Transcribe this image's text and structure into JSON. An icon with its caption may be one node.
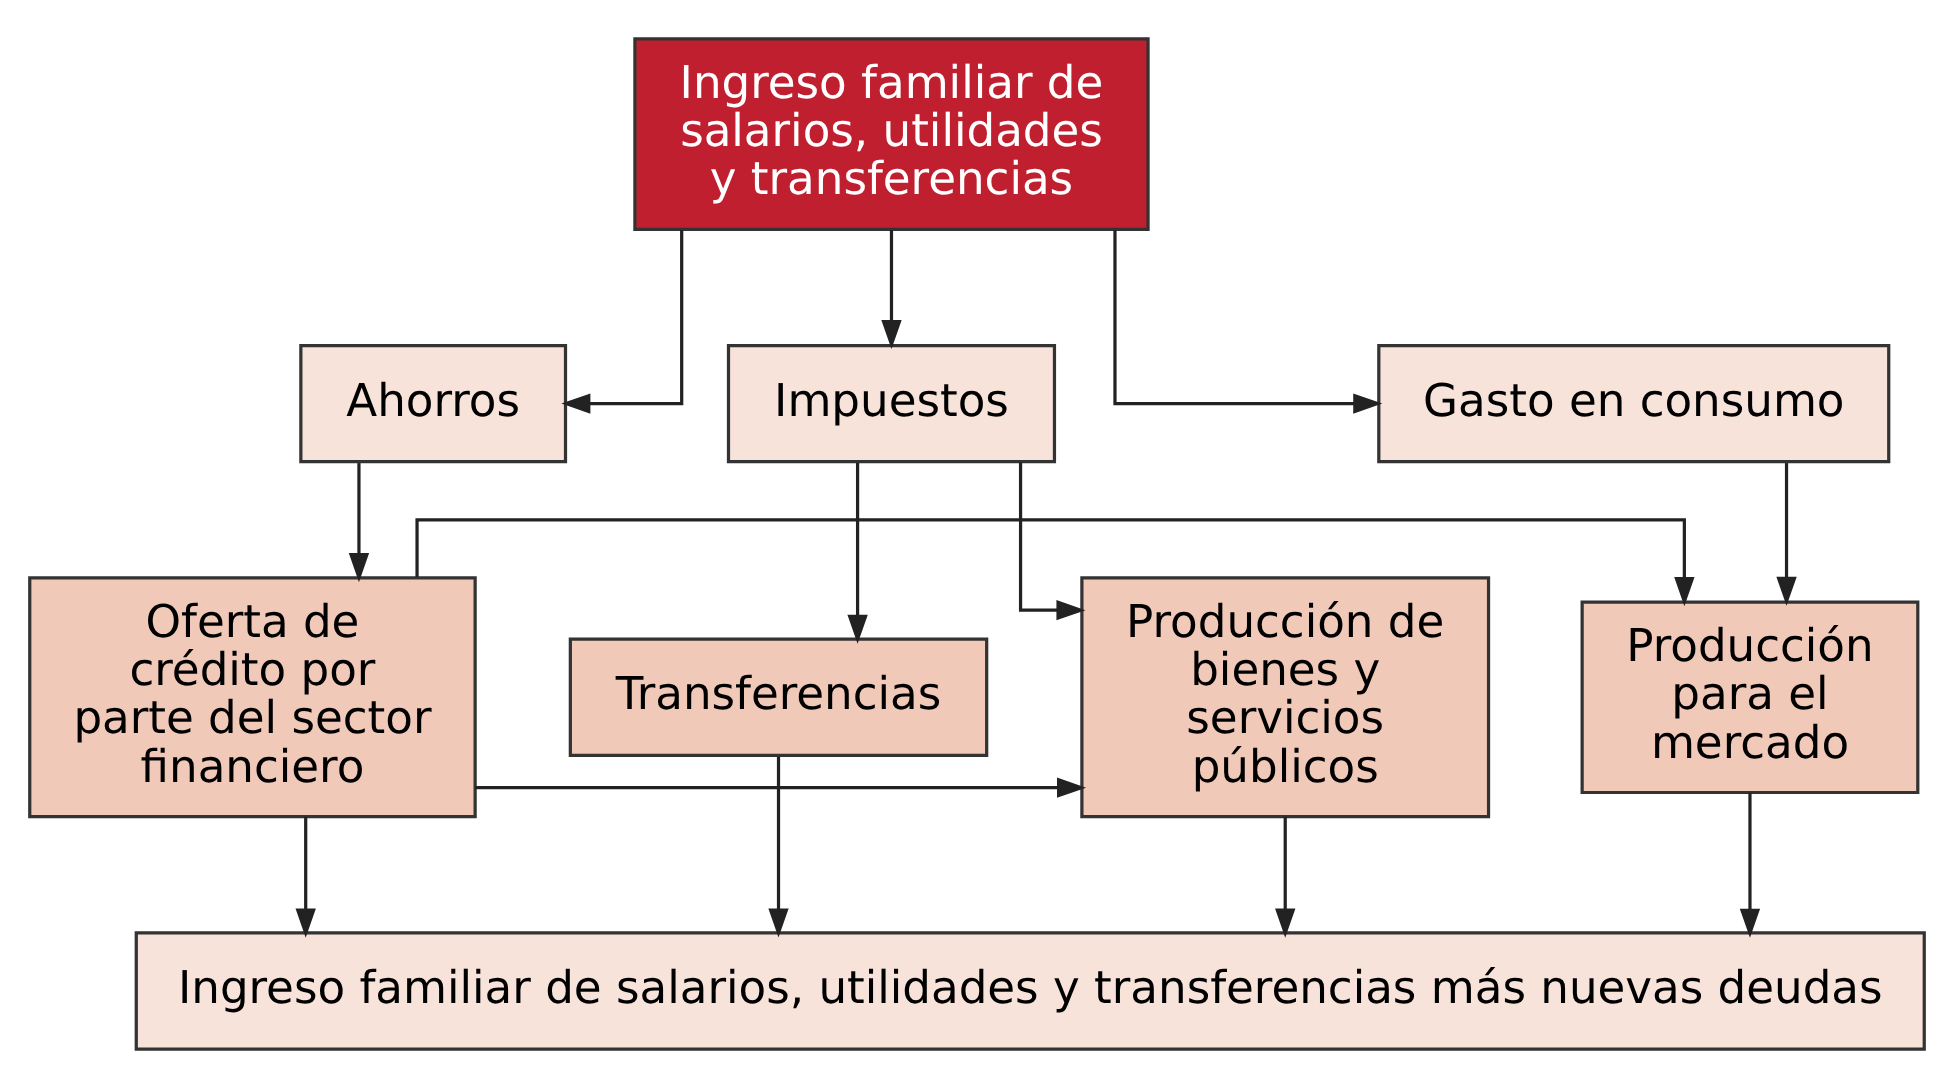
{
  "diagram": {
    "nodes": [
      {
        "text": [
          "Ingreso familiar de salarios, utilidades y transferencias"
        ]
      },
      {
        "text": [
          "Impuestos"
        ]
      },
      {
        "text": [
          "Ahorros"
        ]
      },
      {
        "text": [
          "Gasto en consumo"
        ]
      },
      {
        "text": [
          "Transferencias"
        ]
      },
      {
        "text": [
          "Producción de bienes y servicios públicos"
        ]
      },
      {
        "text": [
          "Oferta de crédito por parte del sector financiero"
        ]
      },
      {
        "text": [
          "Producción para el mercado"
        ]
      },
      {
        "text": [
          "Ingreso familiar de salarios, utilidades y transferencias más nuevas deudas"
        ]
      }
    ],
    "edges": [
      {
        "from": 0,
        "to": 1,
        "arrow": "to"
      },
      {
        "from": 0,
        "to": 2,
        "arrow": "to"
      },
      {
        "from": 0,
        "to": 3,
        "arrow": "to"
      },
      {
        "from": 1,
        "to": 4,
        "arrow": "to"
      },
      {
        "from": 1,
        "to": 5,
        "arrow": "to"
      },
      {
        "from": 2,
        "to": 6,
        "arrow": "to"
      },
      {
        "from": 3,
        "to": 7,
        "arrow": "to"
      },
      {
        "from": 6,
        "to": 5,
        "arrow": "to"
      },
      {
        "from": 6,
        "to": 7,
        "arrow": "to"
      },
      {
        "from": 4,
        "to": 8,
        "arrow": "to"
      },
      {
        "from": 5,
        "to": 8,
        "arrow": "to"
      },
      {
        "from": 6,
        "to": 8,
        "arrow": "to"
      },
      {
        "from": 7,
        "to": 8,
        "arrow": "to"
      }
    ]
  }
}
